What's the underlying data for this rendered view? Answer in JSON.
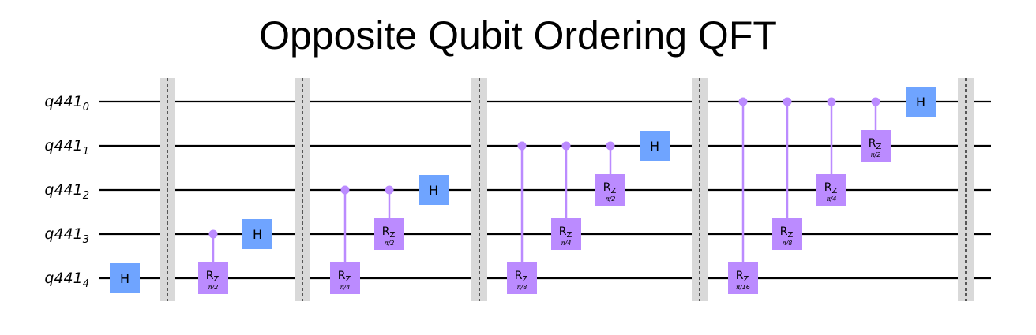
{
  "title": "Opposite Qubit Ordering QFT",
  "register": {
    "name": "q441",
    "qubits": [
      "0",
      "1",
      "2",
      "3",
      "4"
    ]
  },
  "colors": {
    "h_gate": "#6fa4ff",
    "rz_gate": "#bb8bff",
    "control": "#bb8bff",
    "barrier": "#d9d9d9",
    "wire": "#000000"
  },
  "gates": [
    {
      "type": "H",
      "qubit": 4,
      "label": "H"
    },
    {
      "type": "barrier"
    },
    {
      "type": "CRZ",
      "control": 3,
      "target": 4,
      "label": "R",
      "sub": "Z",
      "param": "π/2"
    },
    {
      "type": "H",
      "qubit": 3,
      "label": "H"
    },
    {
      "type": "barrier"
    },
    {
      "type": "CRZ",
      "control": 2,
      "target": 4,
      "label": "R",
      "sub": "Z",
      "param": "π/4"
    },
    {
      "type": "CRZ",
      "control": 2,
      "target": 3,
      "label": "R",
      "sub": "Z",
      "param": "π/2"
    },
    {
      "type": "H",
      "qubit": 2,
      "label": "H"
    },
    {
      "type": "barrier"
    },
    {
      "type": "CRZ",
      "control": 1,
      "target": 4,
      "label": "R",
      "sub": "Z",
      "param": "π/8"
    },
    {
      "type": "CRZ",
      "control": 1,
      "target": 3,
      "label": "R",
      "sub": "Z",
      "param": "π/4"
    },
    {
      "type": "CRZ",
      "control": 1,
      "target": 2,
      "label": "R",
      "sub": "Z",
      "param": "π/2"
    },
    {
      "type": "H",
      "qubit": 1,
      "label": "H"
    },
    {
      "type": "barrier"
    },
    {
      "type": "CRZ",
      "control": 0,
      "target": 4,
      "label": "R",
      "sub": "Z",
      "param": "π/16"
    },
    {
      "type": "CRZ",
      "control": 0,
      "target": 3,
      "label": "R",
      "sub": "Z",
      "param": "π/8"
    },
    {
      "type": "CRZ",
      "control": 0,
      "target": 2,
      "label": "R",
      "sub": "Z",
      "param": "π/4"
    },
    {
      "type": "CRZ",
      "control": 0,
      "target": 1,
      "label": "R",
      "sub": "Z",
      "param": "π/2"
    },
    {
      "type": "H",
      "qubit": 0,
      "label": "H"
    },
    {
      "type": "barrier"
    }
  ]
}
